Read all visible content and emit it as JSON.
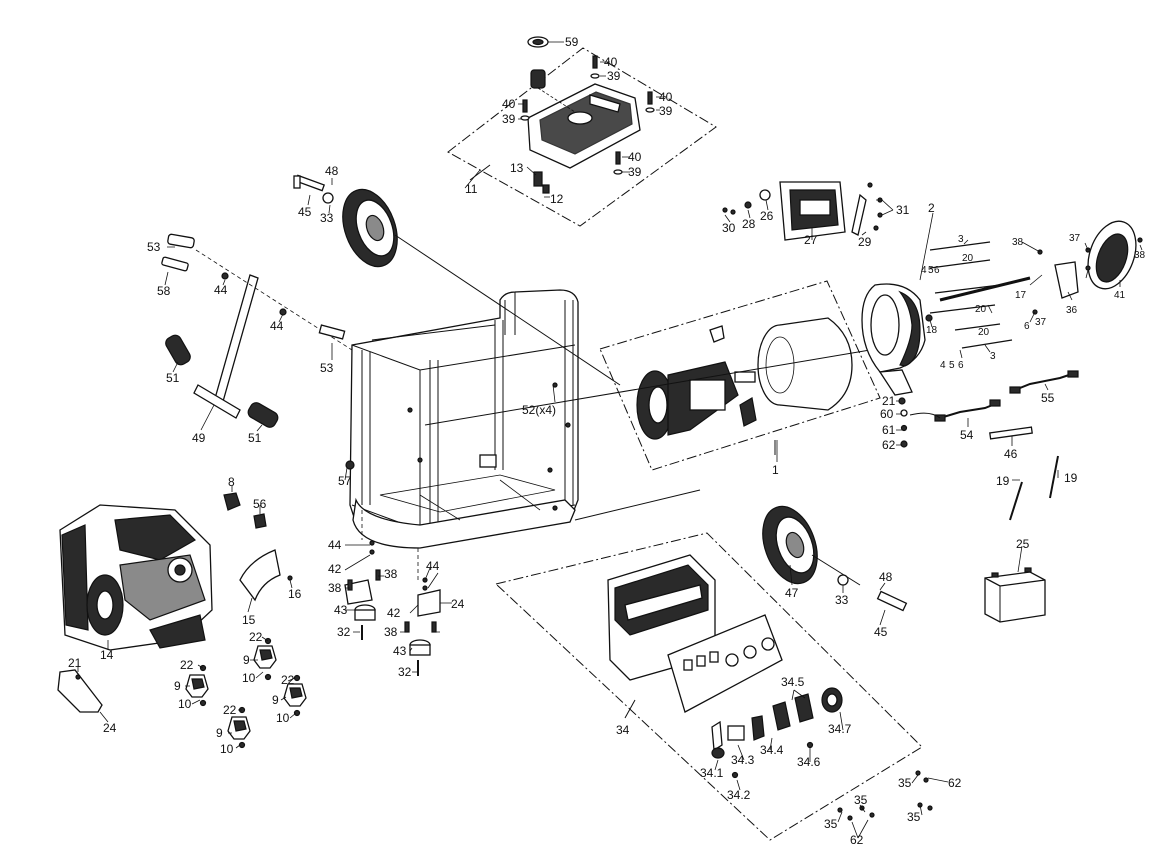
{
  "diagram": {
    "colors": {
      "ink": "#111111",
      "background": "#ffffff",
      "shade": "#2a2a2a"
    },
    "labels": [
      "59",
      "40",
      "39",
      "40",
      "39",
      "40",
      "39",
      "40",
      "39",
      "13",
      "12",
      "11",
      "48",
      "45",
      "33",
      "53",
      "58",
      "44",
      "44",
      "53",
      "51",
      "49",
      "51",
      "30",
      "28",
      "26",
      "27",
      "29",
      "31",
      "2",
      "3",
      "4",
      "5",
      "6",
      "20",
      "38",
      "37",
      "38",
      "17",
      "20",
      "20",
      "6",
      "37",
      "36",
      "41",
      "18",
      "3",
      "4",
      "5",
      "6",
      "52(x4)",
      "1",
      "21",
      "60",
      "61",
      "62",
      "55",
      "54",
      "46",
      "19",
      "19",
      "25",
      "8",
      "56",
      "57",
      "14",
      "15",
      "16",
      "21",
      "24",
      "44",
      "42",
      "38",
      "38",
      "44",
      "43",
      "32",
      "42",
      "24",
      "38",
      "43",
      "32",
      "22",
      "9",
      "10",
      "22",
      "9",
      "10",
      "22",
      "9",
      "10",
      "22",
      "9",
      "10",
      "47",
      "48",
      "33",
      "45",
      "34",
      "34.5",
      "34.7",
      "34.3",
      "34.4",
      "34.6",
      "34.1",
      "34.2",
      "35",
      "62",
      "35",
      "35",
      "35",
      "62"
    ]
  }
}
